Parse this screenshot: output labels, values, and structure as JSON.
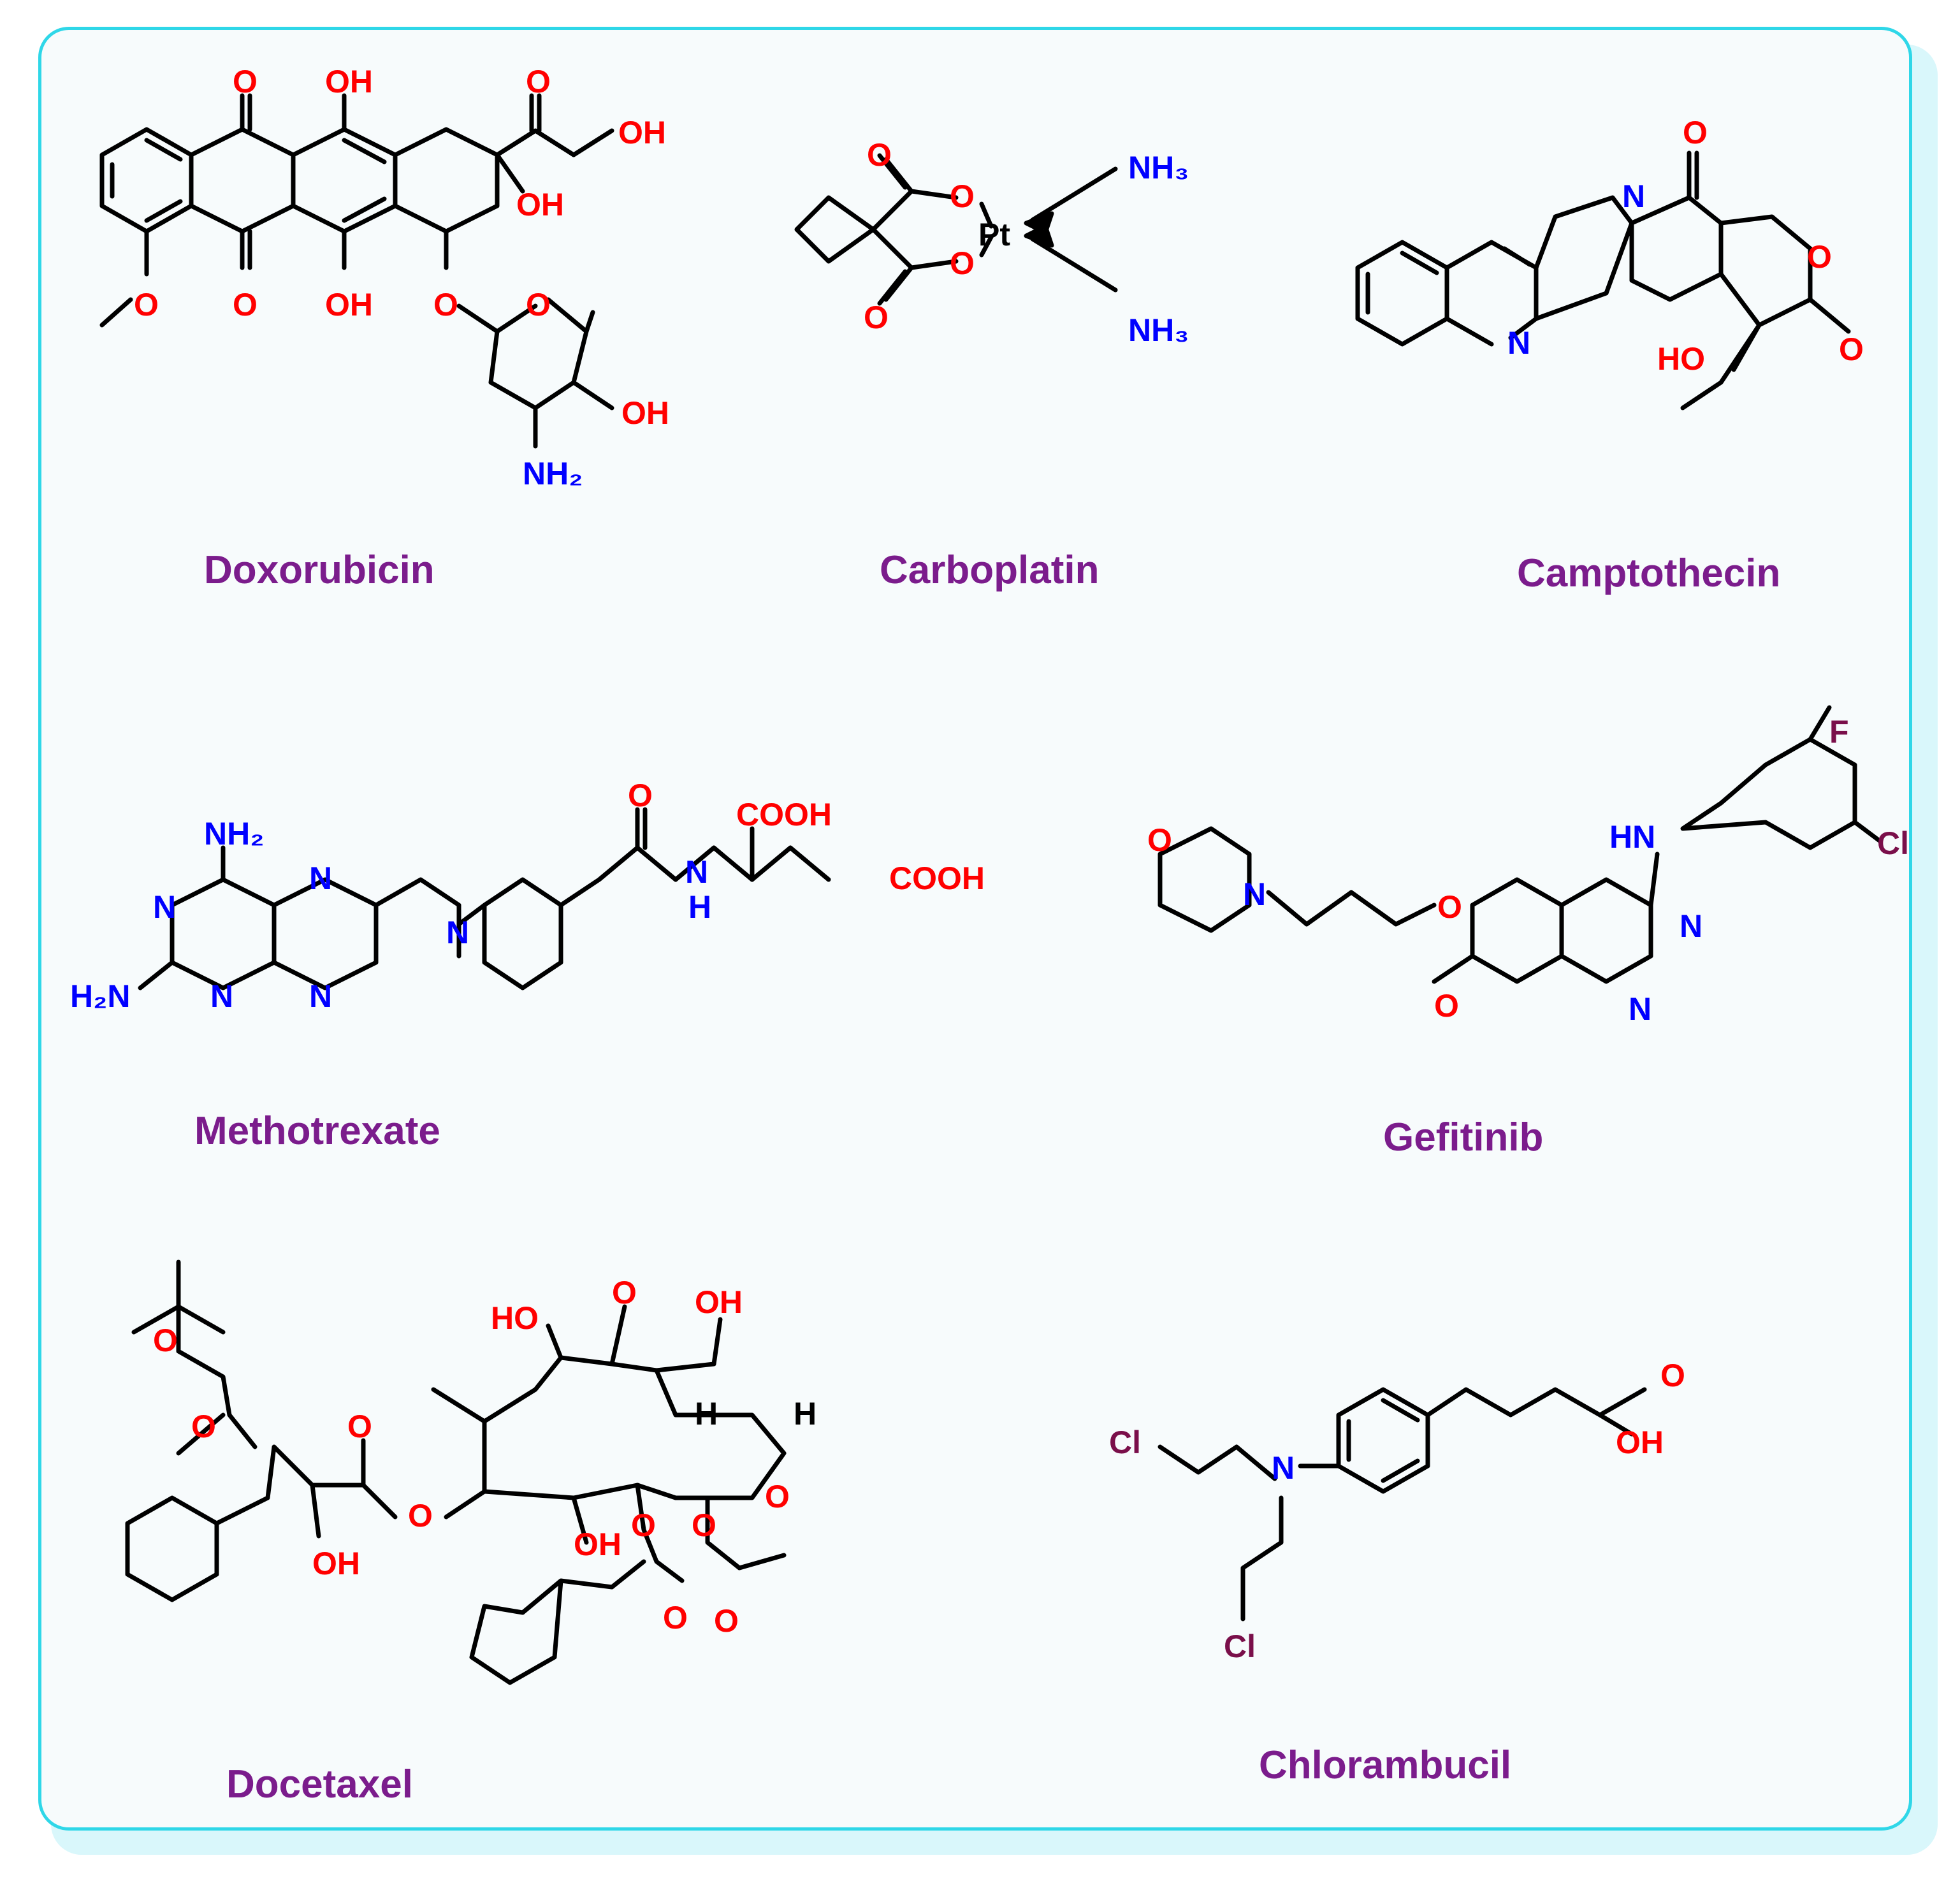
{
  "compounds": [
    {
      "name": "Doxorubicin"
    },
    {
      "name": "Carboplatin"
    },
    {
      "name": "Camptothecin"
    },
    {
      "name": "Methotrexate"
    },
    {
      "name": "Gefitinib"
    },
    {
      "name": "Docetaxel"
    },
    {
      "name": "Chlorambucil"
    }
  ],
  "atoms": {
    "oh": "OH",
    "ho": "HO",
    "o": "O",
    "n": "N",
    "h": "H",
    "hn": "HN",
    "nh2": "NH₂",
    "h2n": "H₂N",
    "nh3": "NH₃",
    "pt": "Pt",
    "cooh": "COOH",
    "cl": "Cl",
    "f": "F"
  },
  "colors": {
    "frame": "#2fd7e8",
    "label": "#7b1c8c",
    "oxygen": "#ff0000",
    "nitrogen": "#0000ff",
    "chlorine": "#7a0f4a"
  }
}
